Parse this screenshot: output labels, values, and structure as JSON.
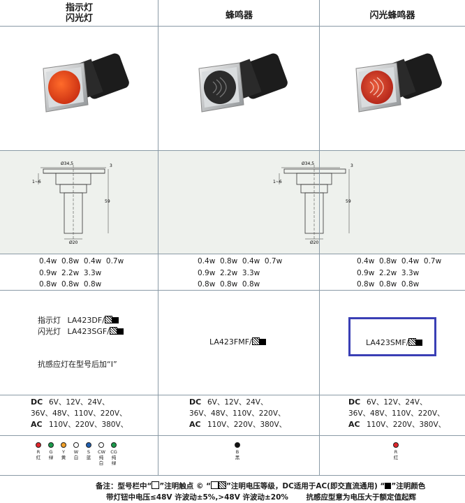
{
  "headers": {
    "col1_line1": "指示灯",
    "col1_line2": "闪光灯",
    "col2": "蜂鸣器",
    "col3": "闪光蜂鸣器"
  },
  "dimensions": {
    "top_diameter": "Ø34,5",
    "bottom_diameter": "Ø20",
    "height": "59",
    "thickness": "3",
    "panel_range": "1~6"
  },
  "wattages": {
    "col1": [
      "0.4w  0.8w  0.4w  0.7w",
      "0.9w  2.2w  3.3w",
      "0.8w  0.8w  0.8w"
    ],
    "col2": [
      "0.4w  0.8w  0.4w  0.7w",
      "0.9w  2.2w  3.3w",
      "0.8w  0.8w  0.8w"
    ],
    "col3": [
      "0.4w  0.8w  0.4w  0.7w",
      "0.9w  2.2w  3.3w",
      "0.8w  0.8w  0.8w"
    ]
  },
  "models": {
    "col1_indicator_label": "指示灯",
    "col1_indicator_model": "LA423DF/",
    "col1_flash_label": "闪光灯",
    "col1_flash_model": "LA423SGF/",
    "col1_note": "抗感应灯在型号后加“I”",
    "col2_model": "LA423FMF/",
    "col3_model": "LA423SMF/"
  },
  "voltages": {
    "dc_label": "DC",
    "dc_values": "6V、12V、24V、",
    "dc_values2": "36V、48V、110V、220V、",
    "ac_label": "AC",
    "ac_values": "110V、220V、380V、"
  },
  "colors": {
    "col1": [
      {
        "code": "R",
        "name": "红",
        "hex": "#e0252b"
      },
      {
        "code": "G",
        "name": "绿",
        "hex": "#1a9a4a"
      },
      {
        "code": "Y",
        "name": "黄",
        "hex": "#f2a12a"
      },
      {
        "code": "W",
        "name": "白",
        "hex": "#ffffff"
      },
      {
        "code": "S",
        "name": "蓝",
        "hex": "#1f5fb0"
      },
      {
        "code": "CW",
        "name": "纯白",
        "hex": "#ffffff"
      },
      {
        "code": "CG",
        "name": "纯绿",
        "hex": "#1a9a4a"
      }
    ],
    "col2": [
      {
        "code": "B",
        "name": "黑",
        "hex": "#111111"
      }
    ],
    "col3": [
      {
        "code": "R",
        "name": "红",
        "hex": "#e0252b"
      }
    ]
  },
  "footer": {
    "line1_a": "备注：型号栏中“",
    "line1_b": "”注明触点 ©  “",
    "line1_c": "”注明电压等级，DC适用于AC(即交直流通用) “",
    "line1_d": "”注明颜色",
    "line2": "带灯钮中电压≤48V 许波动±5%,>48V 许波动±20%       抗感应型意为电压大于额定值起辉"
  },
  "accent": "#3a3fb5"
}
